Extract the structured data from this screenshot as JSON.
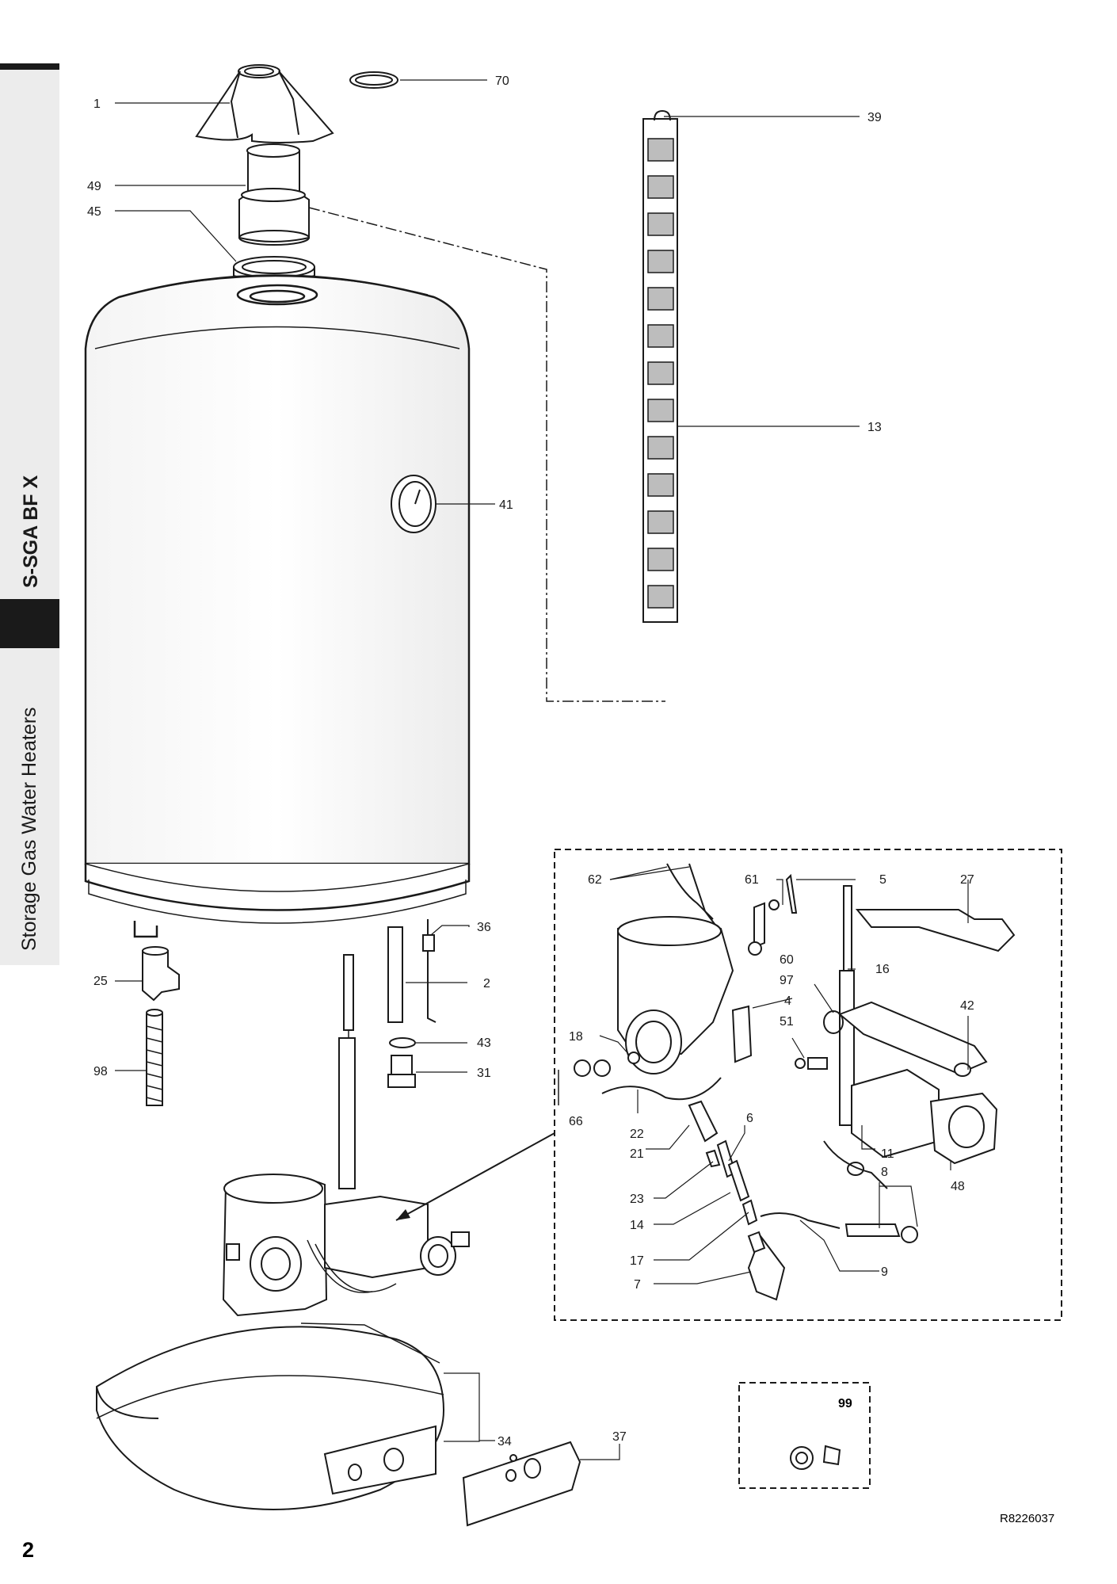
{
  "sidebar": {
    "model_label": "S-SGA BF X",
    "category_label": "Storage Gas Water Heaters"
  },
  "footer": {
    "page_number": "2",
    "drawing_code": "R8226037"
  },
  "kit_99_label": "99",
  "callouts": {
    "c1": "1",
    "c70": "70",
    "c39": "39",
    "c49": "49",
    "c45": "45",
    "c13": "13",
    "c41": "41",
    "c36": "36",
    "c25": "25",
    "c2": "2",
    "c98": "98",
    "c43": "43",
    "c31": "31",
    "c34": "34",
    "c37": "37",
    "c62": "62",
    "c61": "61",
    "c5": "5",
    "c27": "27",
    "c60": "60",
    "c97": "97",
    "c16": "16",
    "c4": "4",
    "c51": "51",
    "c42": "42",
    "c18": "18",
    "c66": "66",
    "c22": "22",
    "c21": "21",
    "c6": "6",
    "c11": "11",
    "c8": "8",
    "c48": "48",
    "c23": "23",
    "c14": "14",
    "c17": "17",
    "c9": "9",
    "c7": "7"
  },
  "colors": {
    "line": "#1a1a1a",
    "sidebar_bg": "#ececec",
    "sidebar_band": "#1a1a1a",
    "part_fill": "#ffffff",
    "shade": "#bdbdbd"
  }
}
